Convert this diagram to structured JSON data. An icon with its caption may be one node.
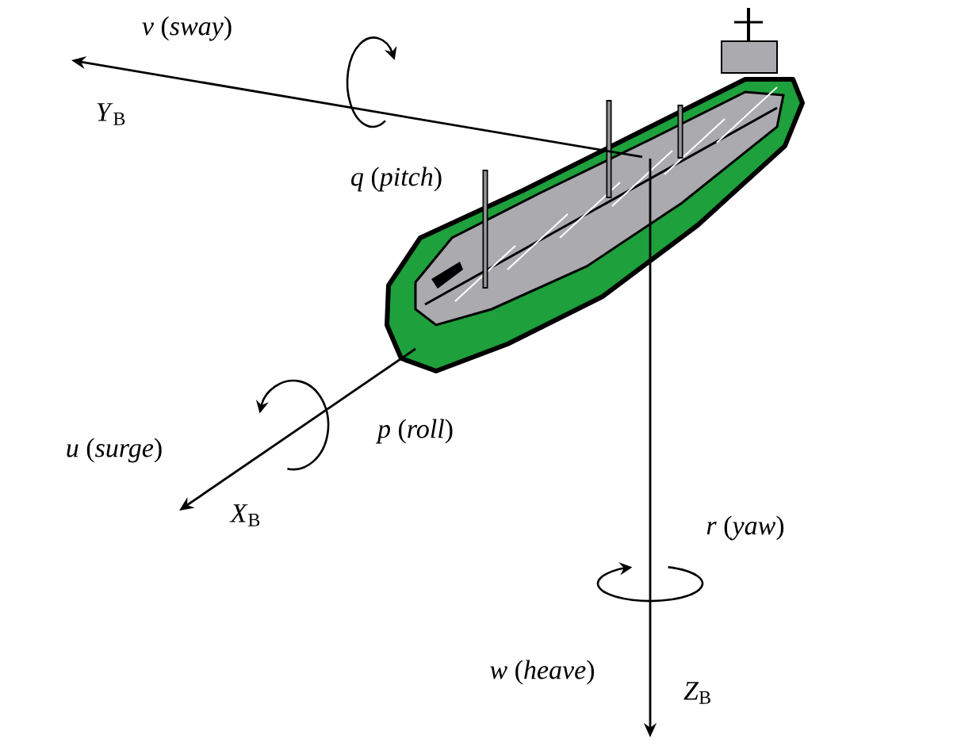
{
  "diagram": {
    "labels": [
      "*v* (*sway*)",
      "*Y*$_{B}$",
      "*q* (*pitch*)",
      "*u* (*surge*)",
      "*p* (*roll*)",
      "*X*$_{B}$",
      "*r* (*yaw*)",
      "*w* (*heave*)",
      "*Z*$_{B}$"
    ]
  }
}
